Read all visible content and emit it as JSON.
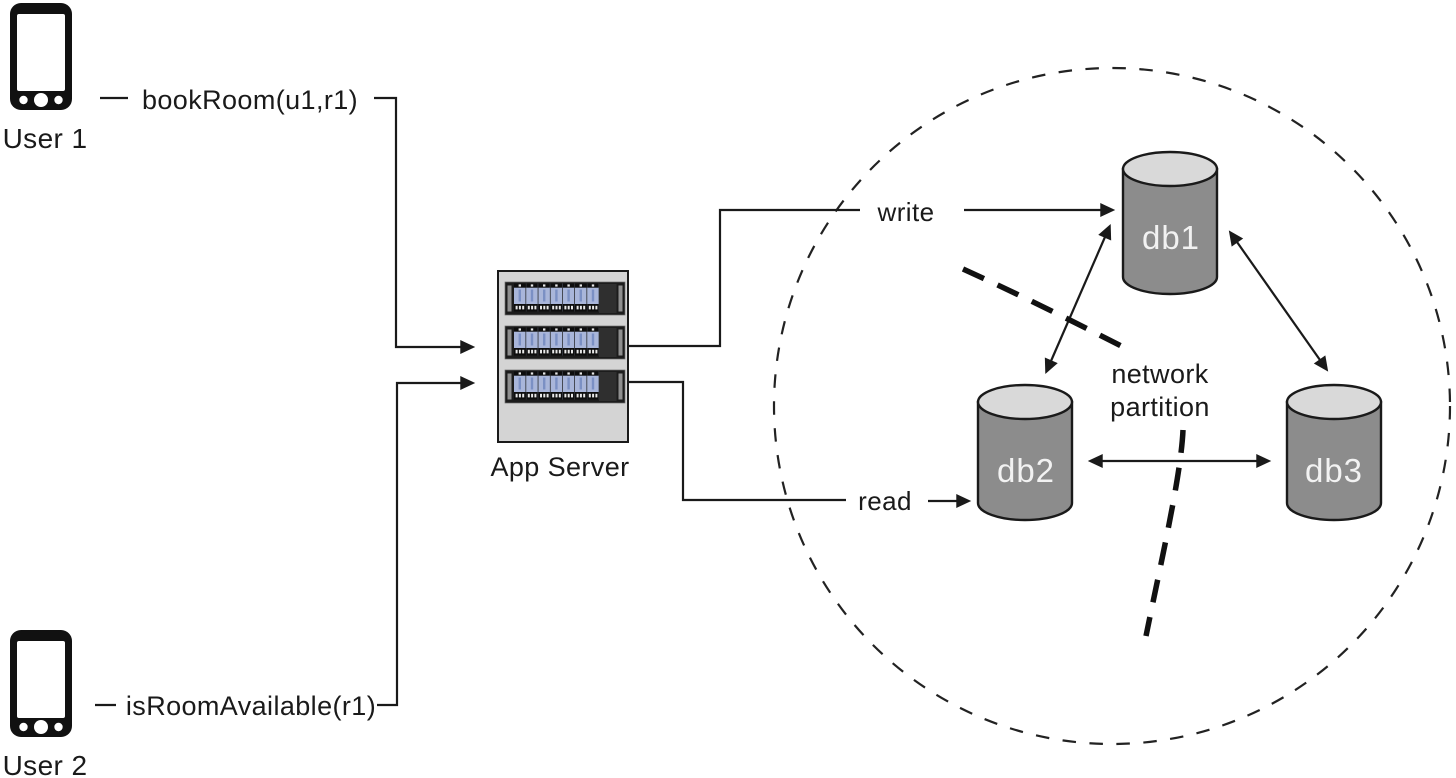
{
  "diagram": {
    "users": [
      {
        "name": "User 1",
        "call": "bookRoom(u1,r1)"
      },
      {
        "name": "User 2",
        "call": "isRoomAvailable(r1)"
      }
    ],
    "app_server": {
      "label": "App Server"
    },
    "operations": {
      "write_label": "write",
      "read_label": "read"
    },
    "databases": [
      {
        "label": "db1"
      },
      {
        "label": "db2"
      },
      {
        "label": "db3"
      }
    ],
    "network_partition": {
      "line1": "network",
      "line2": "partition"
    },
    "colors": {
      "background": "#ffffff",
      "line": "#1a1a1a",
      "cylinder_body": "#8c8c8c",
      "cylinder_top": "#d9d9d9",
      "cylinder_label": "#f2f2f2",
      "server_box": "#d4d4d4",
      "rack_frame": "#1c1c1c",
      "rack_slot": "#a9b6da"
    }
  }
}
